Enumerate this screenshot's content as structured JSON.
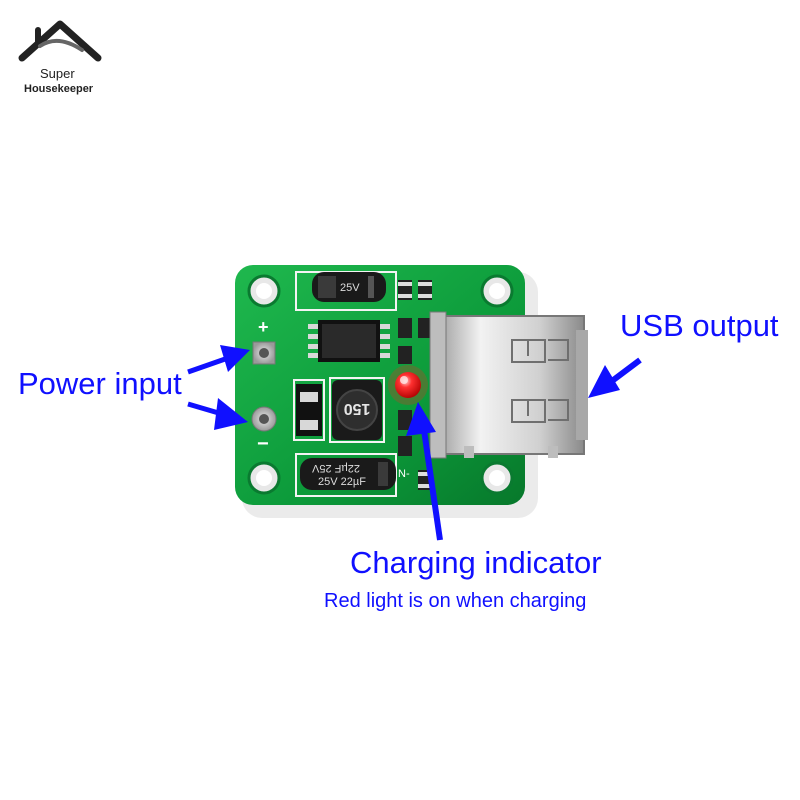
{
  "logo": {
    "line1": "Super",
    "line2": "Housekeeper"
  },
  "labels": {
    "power_input": "Power input",
    "usb_output": "USB output",
    "charging_indicator": "Charging indicator",
    "charging_note": "Red light is on when charging"
  },
  "board": {
    "plus_mark": "+",
    "minus_mark": "−",
    "capacitor_top": "25V",
    "capacitor_bottom_a": "22µF 25V",
    "capacitor_bottom_b": "25V 22µF",
    "inductor": "150",
    "silk_text": "N-"
  },
  "colors": {
    "annotation": "#1010ff",
    "pcb": "#0c9a3a",
    "led": "#ff1a1a",
    "usb_metal": "#c8c8c8"
  }
}
